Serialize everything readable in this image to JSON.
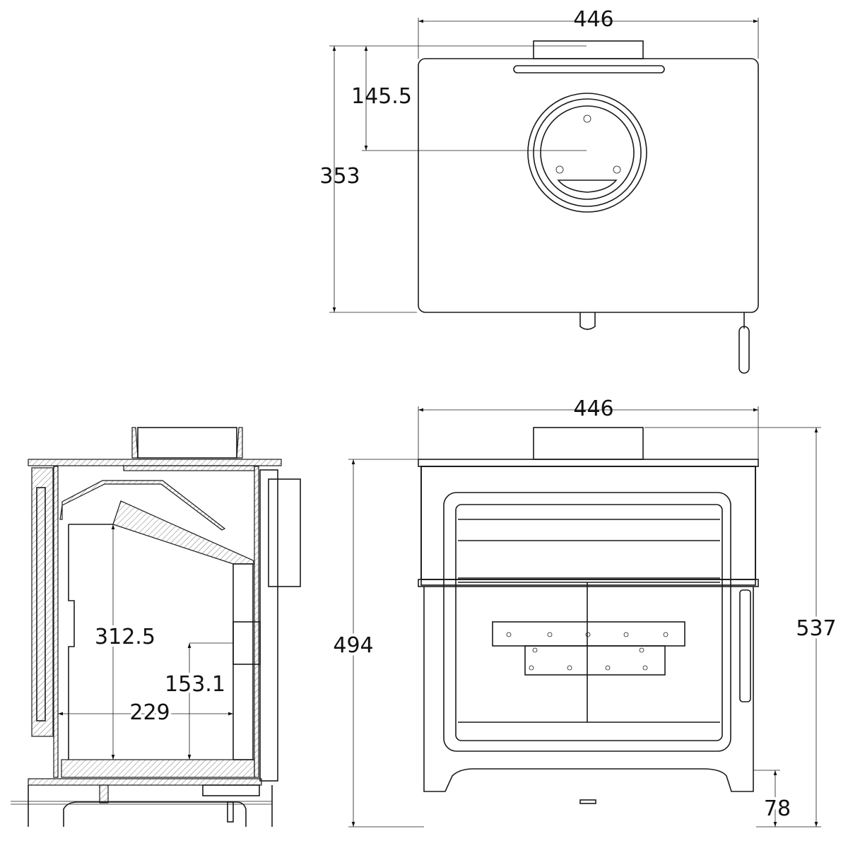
{
  "colors": {
    "line": "#1a1a1a",
    "background": "#ffffff"
  },
  "plan_view": {
    "width": "446",
    "depth": "353",
    "flue_offset": "145.5"
  },
  "front_view": {
    "width": "446",
    "total_height": "537",
    "body_height": "494",
    "leg_height": "78"
  },
  "side_view": {
    "firebox_height": "312.5",
    "rear_outlet_height": "153.1",
    "firebox_depth": "229"
  }
}
